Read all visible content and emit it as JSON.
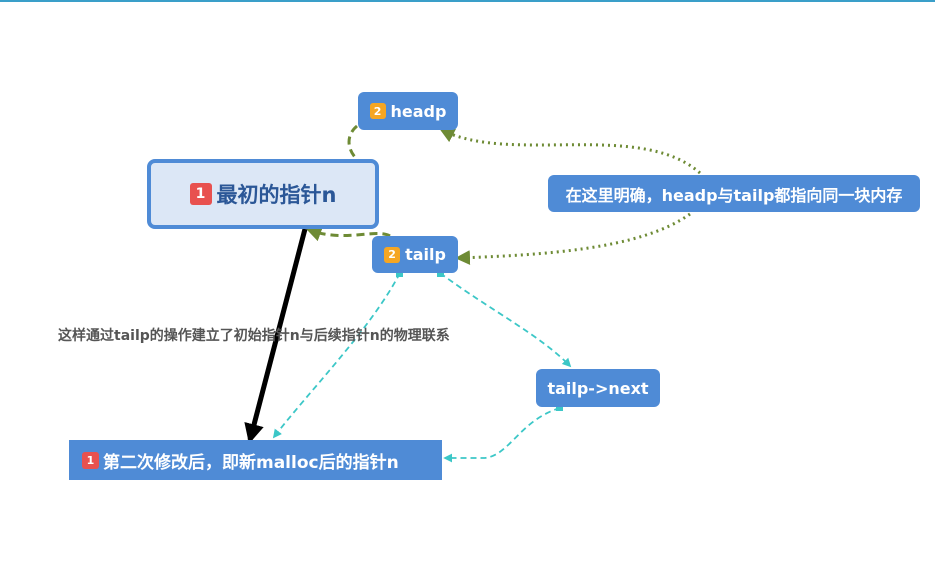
{
  "nodes": {
    "initial": {
      "badge": "1",
      "label": "最初的指针n"
    },
    "headp": {
      "badge": "2",
      "label": "headp"
    },
    "tailp": {
      "badge": "2",
      "label": "tailp"
    },
    "note": {
      "label": "在这里明确，headp与tailp都指向同一块内存"
    },
    "tailp_next": {
      "label": "tailp->next"
    },
    "new_pointer": {
      "badge": "1",
      "label": "第二次修改后，即新malloc后的指针n"
    }
  },
  "edge_label": "这样通过tailp的操作建立了初始指针n与后续指针n的物理联系",
  "colors": {
    "node_fill": "#4f8bd6",
    "root_fill": "#dce7f6",
    "badge_red": "#e8514f",
    "badge_orange": "#f5a623",
    "olive_dashed": "#6e8b35",
    "cyan_dashed": "#3cc7c7",
    "main_arrow": "#000000"
  }
}
